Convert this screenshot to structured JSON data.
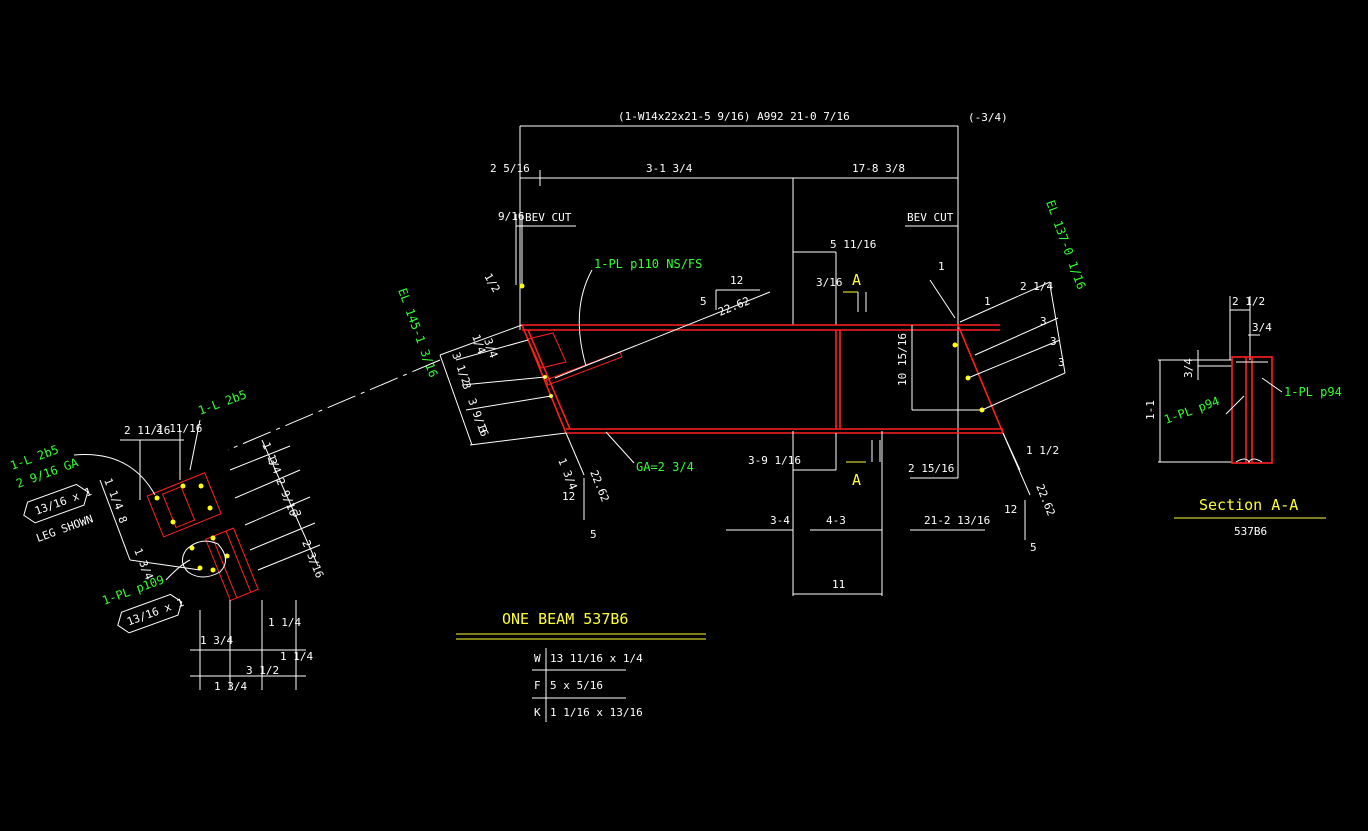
{
  "colors": {
    "background": "#000000",
    "dimension": "#ffffff",
    "steel": "#ff2020",
    "callout": "#33ff33",
    "title": "#ffff33",
    "bolt": "#ffff00"
  },
  "beam": {
    "header": "(1-W14x22x21-5 9/16)   A992   21-0 7/16",
    "header_right": "(-3/4)",
    "dims_top": [
      "2 5/16",
      "3-1 3/4",
      "17-8 3/8"
    ],
    "bev_cut_left": "BEV CUT",
    "bev_cut_left_size": "9/16",
    "bev_cut_right": "BEV CUT",
    "stiffener_dim": "5 11/16",
    "stiffener_thk": "3/16",
    "section_mark": "A",
    "plate_callout": "1-PL p110 NS/FS",
    "slope_top_run": "12",
    "slope_top_rise": "5",
    "slope_top_len": "22.62",
    "gage_callout": "GA=2 3/4",
    "dims_bottom": [
      "3-9 1/16",
      "3-4",
      "4-3",
      "11",
      "2 15/16",
      "21-2 13/16"
    ],
    "right_depth": "10 15/16",
    "right_cuts": [
      "1",
      "2 1/4",
      "3",
      "3",
      "3",
      "1 1/2"
    ],
    "left_cuts": [
      "1/4",
      "3/4",
      "3 1/2",
      "3",
      "3 9/16",
      "3"
    ],
    "slope_bl": [
      "1 3/4",
      "22.62",
      "12",
      "5"
    ],
    "slope_br": [
      "12",
      "22.62",
      "5"
    ],
    "el_left": "EL 145-1 3/16",
    "el_right": "EL 137-0 1/16",
    "small_half": "1/2",
    "small_one": "1"
  },
  "connection": {
    "angle_left": "1-L 2b5",
    "angle_left_ga": "2 9/16 GA",
    "angle_right": "1-L 2b5",
    "plate_left": "1-PL p109",
    "tag1": "13/16 x 1",
    "tag2": "13/16 x 1",
    "leg_shown": "LEG SHOWN",
    "dims_top": [
      "2 11/16",
      "2 11/16"
    ],
    "dims_side": [
      "1 1/4",
      "3",
      "2 9/16",
      "3",
      "2 3/16"
    ],
    "dims_left": [
      "1 1/4",
      "8",
      "1 3/4"
    ],
    "dims_bottom": [
      "1 3/4",
      "1 1/4",
      "3 1/2",
      "1 1/4",
      "1 3/4"
    ]
  },
  "section": {
    "dim_top": "2 1/2",
    "dim_inner": "3/4",
    "dim_side": "1-1",
    "dim_small": "3/4",
    "plate_left": "1-PL p94",
    "plate_right": "1-PL p94",
    "title": "Section A-A",
    "subtitle": "537B6"
  },
  "title_block": {
    "title": "ONE BEAM 537B6",
    "rows": [
      {
        "key": "W",
        "value": "13 11/16 x 1/4"
      },
      {
        "key": "F",
        "value": "5 x 5/16"
      },
      {
        "key": "K",
        "value": "1 1/16 x 13/16"
      }
    ]
  }
}
